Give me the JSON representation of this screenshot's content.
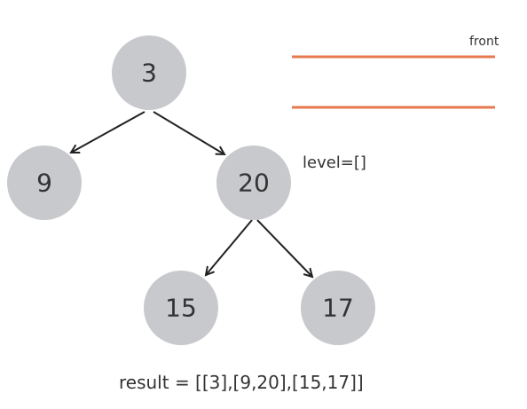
{
  "tree": {
    "nodes": {
      "root": "3",
      "left": "9",
      "right": "20",
      "right_left": "15",
      "right_right": "17"
    },
    "node_color": "#c8c9cc",
    "edge_color": "#222222"
  },
  "queue": {
    "front_label": "front",
    "line_color": "#e67a4e"
  },
  "level_text": "level=[]",
  "result_text": "result = [[3],[9,20],[15,17]]"
}
